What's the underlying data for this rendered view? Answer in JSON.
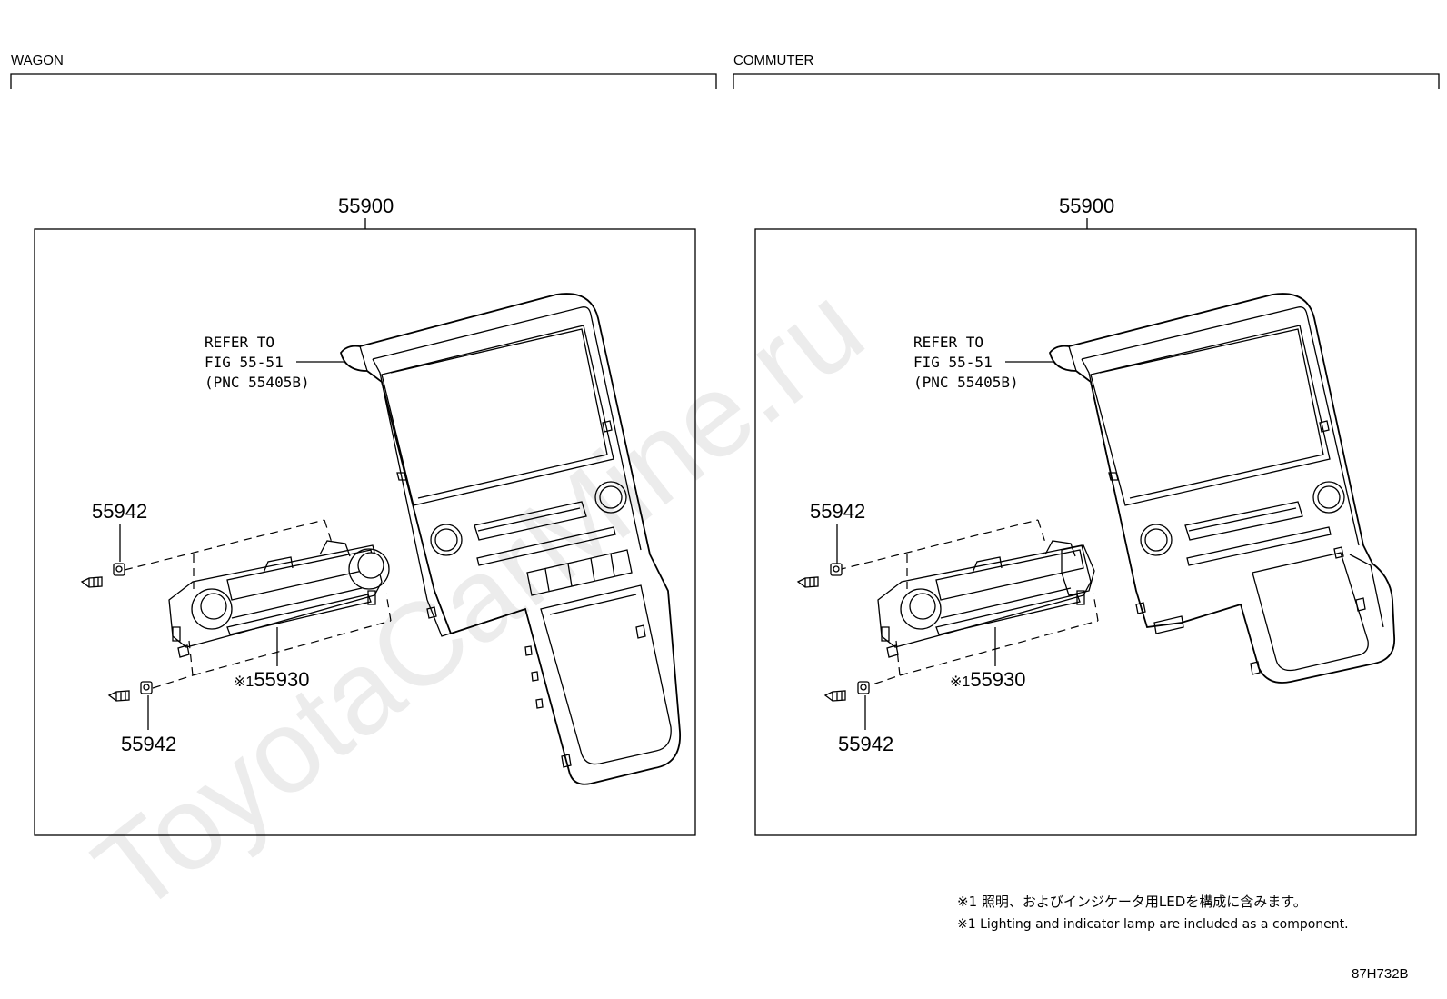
{
  "watermark": "ToyotaCarMine.ru",
  "sections": [
    {
      "label": "WAGON",
      "assembly": "55900",
      "ref_lines": [
        "REFER TO",
        "FIG 55-51",
        "(PNC 55405B)"
      ],
      "bolt_top": "55942",
      "bolt_bottom": "55942",
      "control_prefix": "※1",
      "control_part": "55930"
    },
    {
      "label": "COMMUTER",
      "assembly": "55900",
      "ref_lines": [
        "REFER TO",
        "FIG 55-51",
        "(PNC 55405B)"
      ],
      "bolt_top": "55942",
      "bolt_bottom": "55942",
      "control_prefix": "※1",
      "control_part": "55930"
    }
  ],
  "notes": {
    "jp": "※1 照明、およびインジケータ用LEDを構成に含みます。",
    "en": "※1 Lighting and indicator lamp are included as a component."
  },
  "figure_code": "87H732B"
}
